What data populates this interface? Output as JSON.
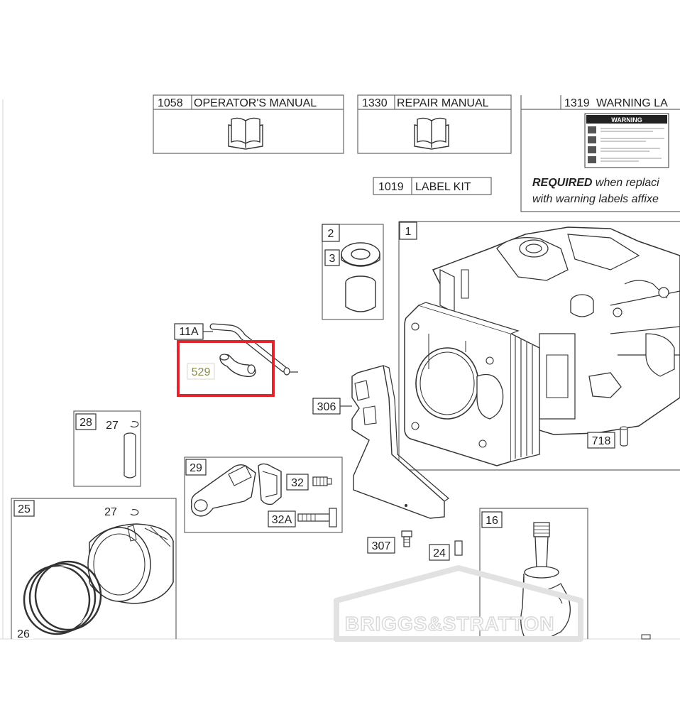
{
  "manuals": {
    "operators": {
      "num": "1058",
      "label": "OPERATOR'S MANUAL"
    },
    "repair": {
      "num": "1330",
      "label": "REPAIR MANUAL"
    },
    "warning": {
      "num": "1319",
      "label": "WARNING LA"
    },
    "label_kit": {
      "num": "1019",
      "label": "LABEL KIT"
    }
  },
  "warning_panel": {
    "title": "WARNING",
    "required_bold": "REQUIRED",
    "required_rest": " when replaci",
    "line2": "with warning labels affixe"
  },
  "parts": {
    "p1": "1",
    "p2": "2",
    "p3": "3",
    "p11a": "11A",
    "p529": "529",
    "p306": "306",
    "p718": "718",
    "p28": "28",
    "p27a": "27",
    "p29": "29",
    "p32": "32",
    "p32a": "32A",
    "p25": "25",
    "p27b": "27",
    "p26": "26",
    "p307": "307",
    "p24": "24",
    "p16": "16"
  },
  "watermark": "BRIGGS&STRATTON",
  "colors": {
    "highlight": "#e0262b",
    "line": "#444444"
  }
}
